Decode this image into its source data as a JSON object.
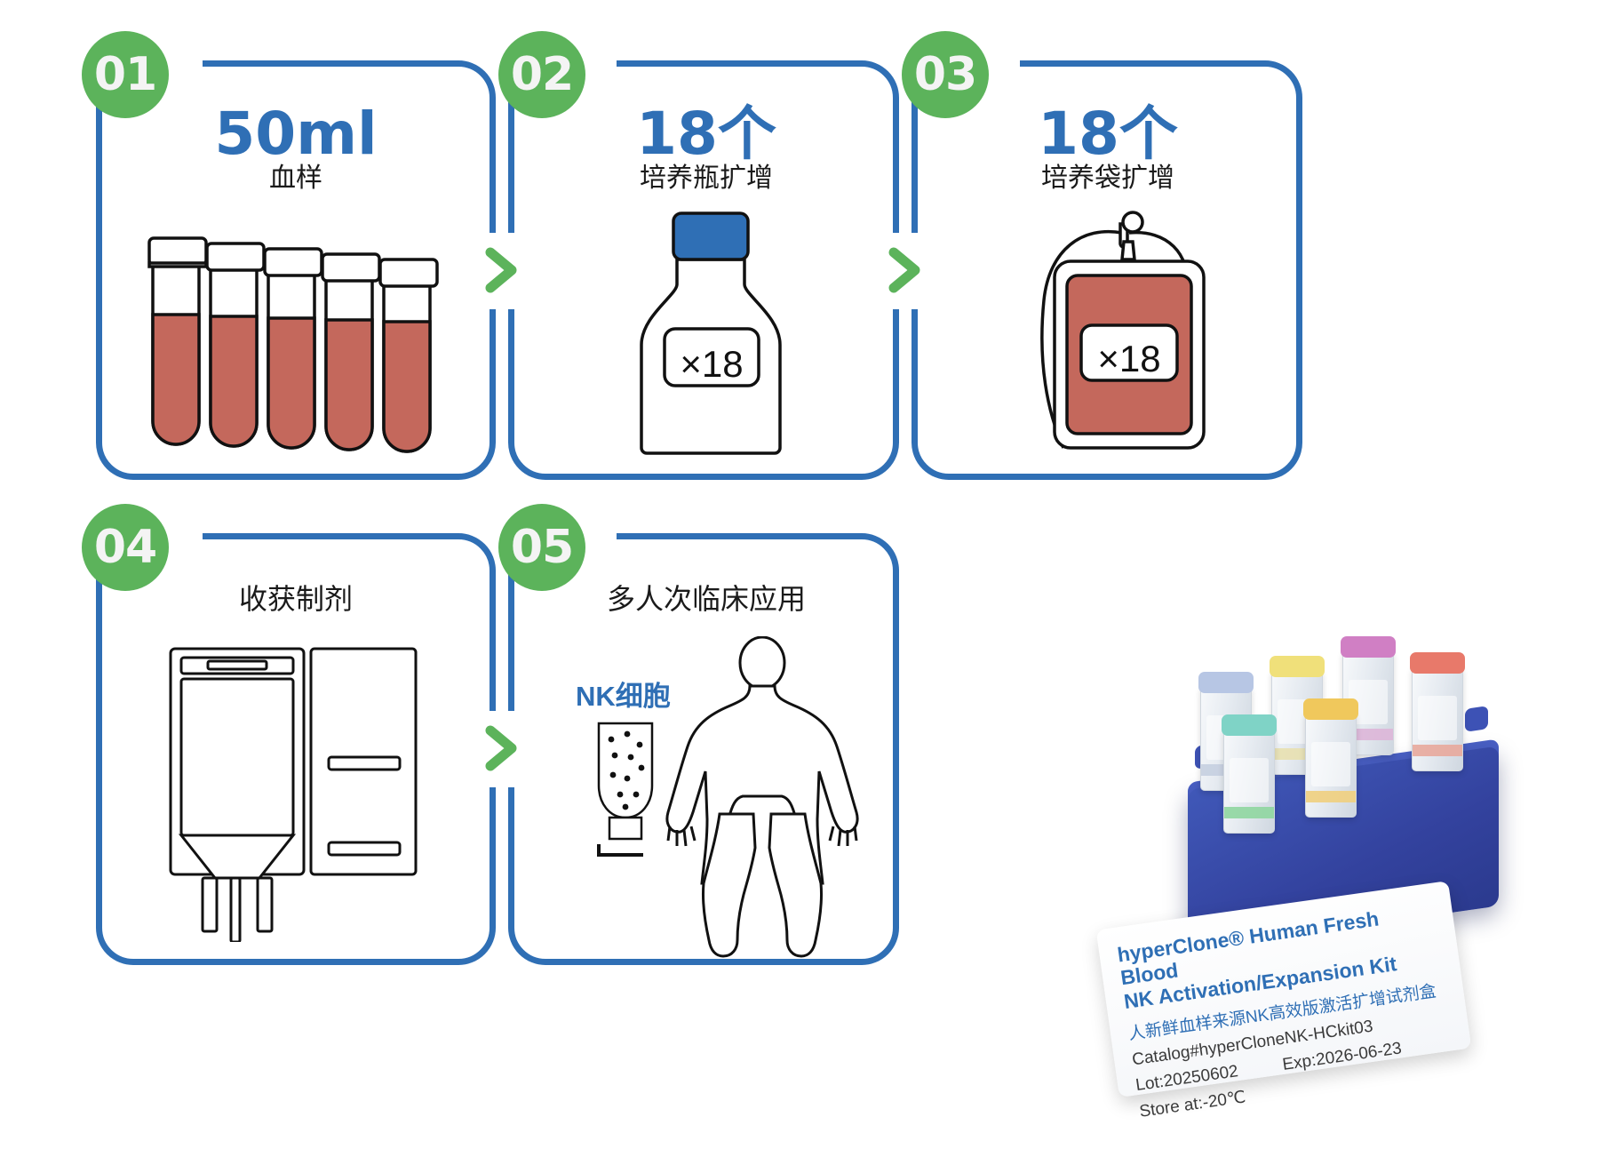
{
  "meta": {
    "title": "NK Cell Activation / Expansion Workflow",
    "accent_blue": "#2f6fb5",
    "accent_green": "#5cb35b",
    "blood_red": "#c4685c"
  },
  "steps": [
    {
      "number": "01",
      "headline": "50ml",
      "caption": "血样",
      "icon": "blood-collection-tubes-icon",
      "tube_count": 5
    },
    {
      "number": "02",
      "headline": "18个",
      "caption": "培养瓶扩增",
      "icon": "culture-flask-icon",
      "multiplier": "×18"
    },
    {
      "number": "03",
      "headline": "18个",
      "caption": "培养袋扩增",
      "icon": "culture-bag-icon",
      "multiplier": "×18"
    },
    {
      "number": "04",
      "headline": "",
      "caption": "收获制剂",
      "icon": "harvest-bag-icon"
    },
    {
      "number": "05",
      "headline": "",
      "caption": "多人次临床应用",
      "icon": "human-body-icon",
      "cell_label": "NK细胞"
    }
  ],
  "arrows": [
    {
      "name": "arrow-step-1-to-2",
      "glyph": ">"
    },
    {
      "name": "arrow-step-2-to-3",
      "glyph": ">"
    },
    {
      "name": "arrow-step-4-to-5",
      "glyph": ">"
    }
  ],
  "product": {
    "name_en": "hyperClone® Human Fresh Blood\nNK Activation/Expansion Kit",
    "name_cn": "人新鲜血样来源NK高效版激活扩增试剂盒",
    "catalog": "Catalog#hyperCloneNK-HCkit03",
    "lot": "Lot:20250602",
    "exp": "Exp:2026-06-23",
    "storage": "Store at:-20℃",
    "vial_cap_colors": [
      "#b7c6e4",
      "#f0e07a",
      "#d07fc4",
      "#e8796a",
      "#7fd3c6",
      "#f0c85c"
    ]
  }
}
